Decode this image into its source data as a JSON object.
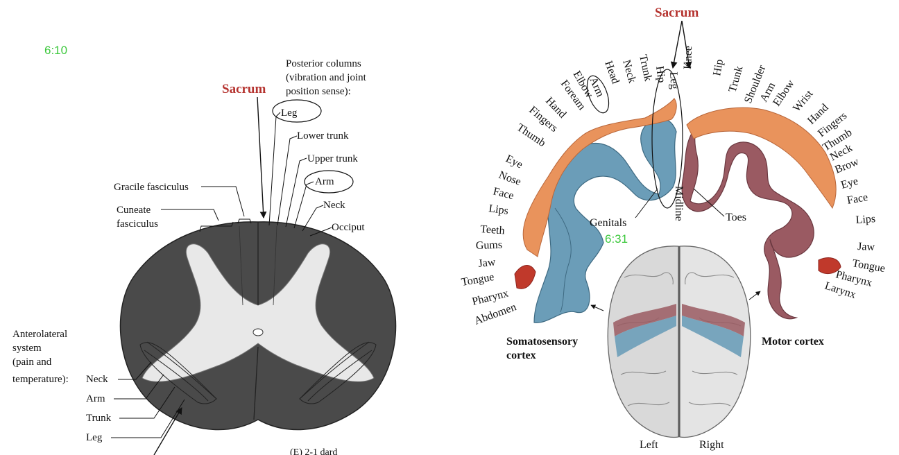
{
  "timestamps": {
    "left": "6:10",
    "right": "6:31"
  },
  "spinal": {
    "sacrum": "Sacrum",
    "posterior_title_lines": [
      "Posterior columns",
      "(vibration and joint",
      "position sense):"
    ],
    "posterior_items": [
      "Leg",
      "Lower trunk",
      "Upper trunk",
      "Arm",
      "Neck",
      "Occiput"
    ],
    "gracile": "Gracile fasciculus",
    "cuneate_lines": [
      "Cuneate",
      "fasciculus"
    ],
    "antero_lines": [
      "Anterolateral",
      "system",
      "(pain and",
      "temperature):"
    ],
    "antero_items": [
      "Neck",
      "Arm",
      "Trunk",
      "Leg"
    ],
    "footer_fragment": "(E) 2-1 dard"
  },
  "cortex": {
    "sacrum": "Sacrum",
    "sensory_labels": [
      "Abdomen",
      "Pharynx",
      "Tongue",
      "Jaw",
      "Gums",
      "Teeth",
      "Lips",
      "Face",
      "Nose",
      "Eye",
      "Thumb",
      "Fingers",
      "Hand",
      "Foream",
      "Elbow",
      "Arm",
      "Head",
      "Neck",
      "Trunk",
      "Hip",
      "Leg"
    ],
    "motor_labels": [
      "Knee",
      "Hip",
      "Trunk",
      "Shoulder",
      "Arm",
      "Elbow",
      "Wrist",
      "Hand",
      "Fingers",
      "Thumb",
      "Neck",
      "Brow",
      "Eye",
      "Face",
      "Lips",
      "Jaw",
      "Tongue",
      "Pharynx",
      "Larynx"
    ],
    "genitals": "Genitals",
    "midline": "Midline",
    "toes": "Toes",
    "somato_lines": [
      "Somatosensory",
      "cortex"
    ],
    "motor_cortex": "Motor cortex",
    "left": "Left",
    "right": "Right"
  },
  "colors": {
    "sensory": "#6b9db8",
    "motor": "#9a5a62",
    "body": "#e9935c",
    "accent": "#b5332f",
    "timestamp": "#3cc83c"
  }
}
